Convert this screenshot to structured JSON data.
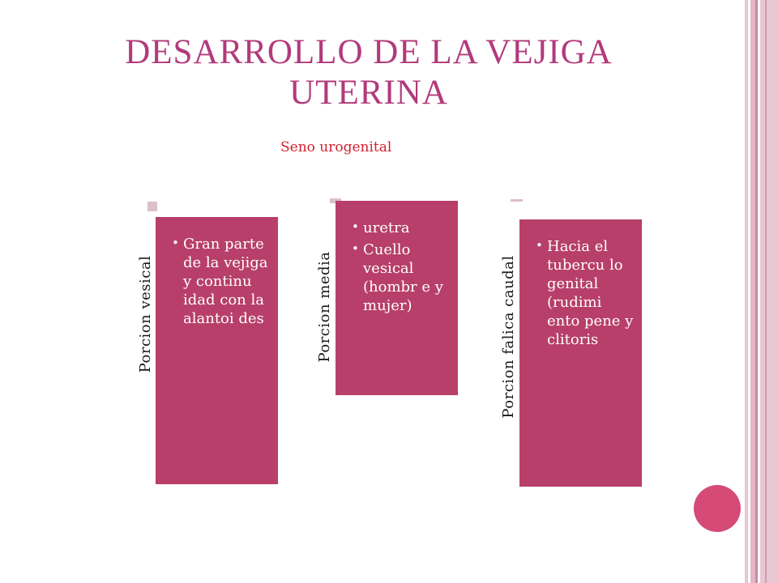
{
  "title": {
    "line1": "DESARROLLO DE LA VEJIGA",
    "line2": "UTERINA"
  },
  "subtitle": "Seno urogenital",
  "colors": {
    "title": "#b23a7b",
    "subtitle": "#d1202f",
    "box_fill": "#b73f69",
    "stripe_light": "#e8c6d2",
    "stripe_dark": "#c98aa4",
    "accent_circle": "#d64a77"
  },
  "groups": [
    {
      "label": "Porcion vesical",
      "items": [
        "Gran parte de la vejiga y continu idad con la alantoi des"
      ]
    },
    {
      "label": "Porcion media",
      "items": [
        "uretra",
        "Cuello vesical (hombr e y mujer)"
      ]
    },
    {
      "label": "Porcion falica caudal",
      "items": [
        "Hacia el tubercu lo genital (rudimi ento pene y clitoris"
      ]
    }
  ],
  "bullet_glyph": "•"
}
